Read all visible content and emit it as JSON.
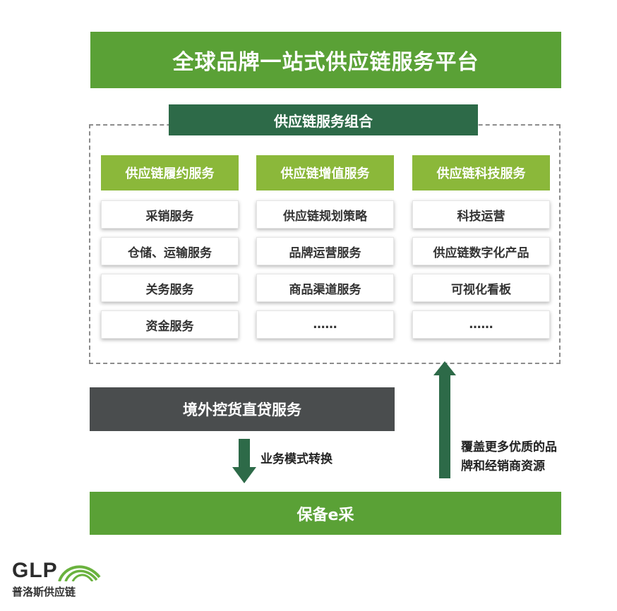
{
  "title": "全球品牌一站式供应链服务平台",
  "combo_header": "供应链服务组合",
  "columns": [
    {
      "header": "供应链履约服务",
      "items": [
        "采销服务",
        "仓储、运输服务",
        "关务服务",
        "资金服务"
      ]
    },
    {
      "header": "供应链增值服务",
      "items": [
        "供应链规划策略",
        "品牌运营服务",
        "商品渠道服务",
        "……"
      ]
    },
    {
      "header": "供应链科技服务",
      "items": [
        "科技运营",
        "供应链数字化产品",
        "可视化看板",
        "……"
      ]
    }
  ],
  "offshore_label": "境外控货直贷服务",
  "down_arrow_label": "业务模式转换",
  "up_arrow_label_line1": "覆盖更多优质的品",
  "up_arrow_label_line2": "牌和经销商资源",
  "bottom_label": "保备e采",
  "logo": {
    "name": "GLP",
    "subtitle": "普洛斯供应链"
  },
  "colors": {
    "title_green": "#5aa136",
    "header_dark_green": "#2d6a48",
    "column_header_green": "#8bb83a",
    "offshore_gray": "#4a4d4e",
    "arrow_green": "#2d6a48"
  }
}
